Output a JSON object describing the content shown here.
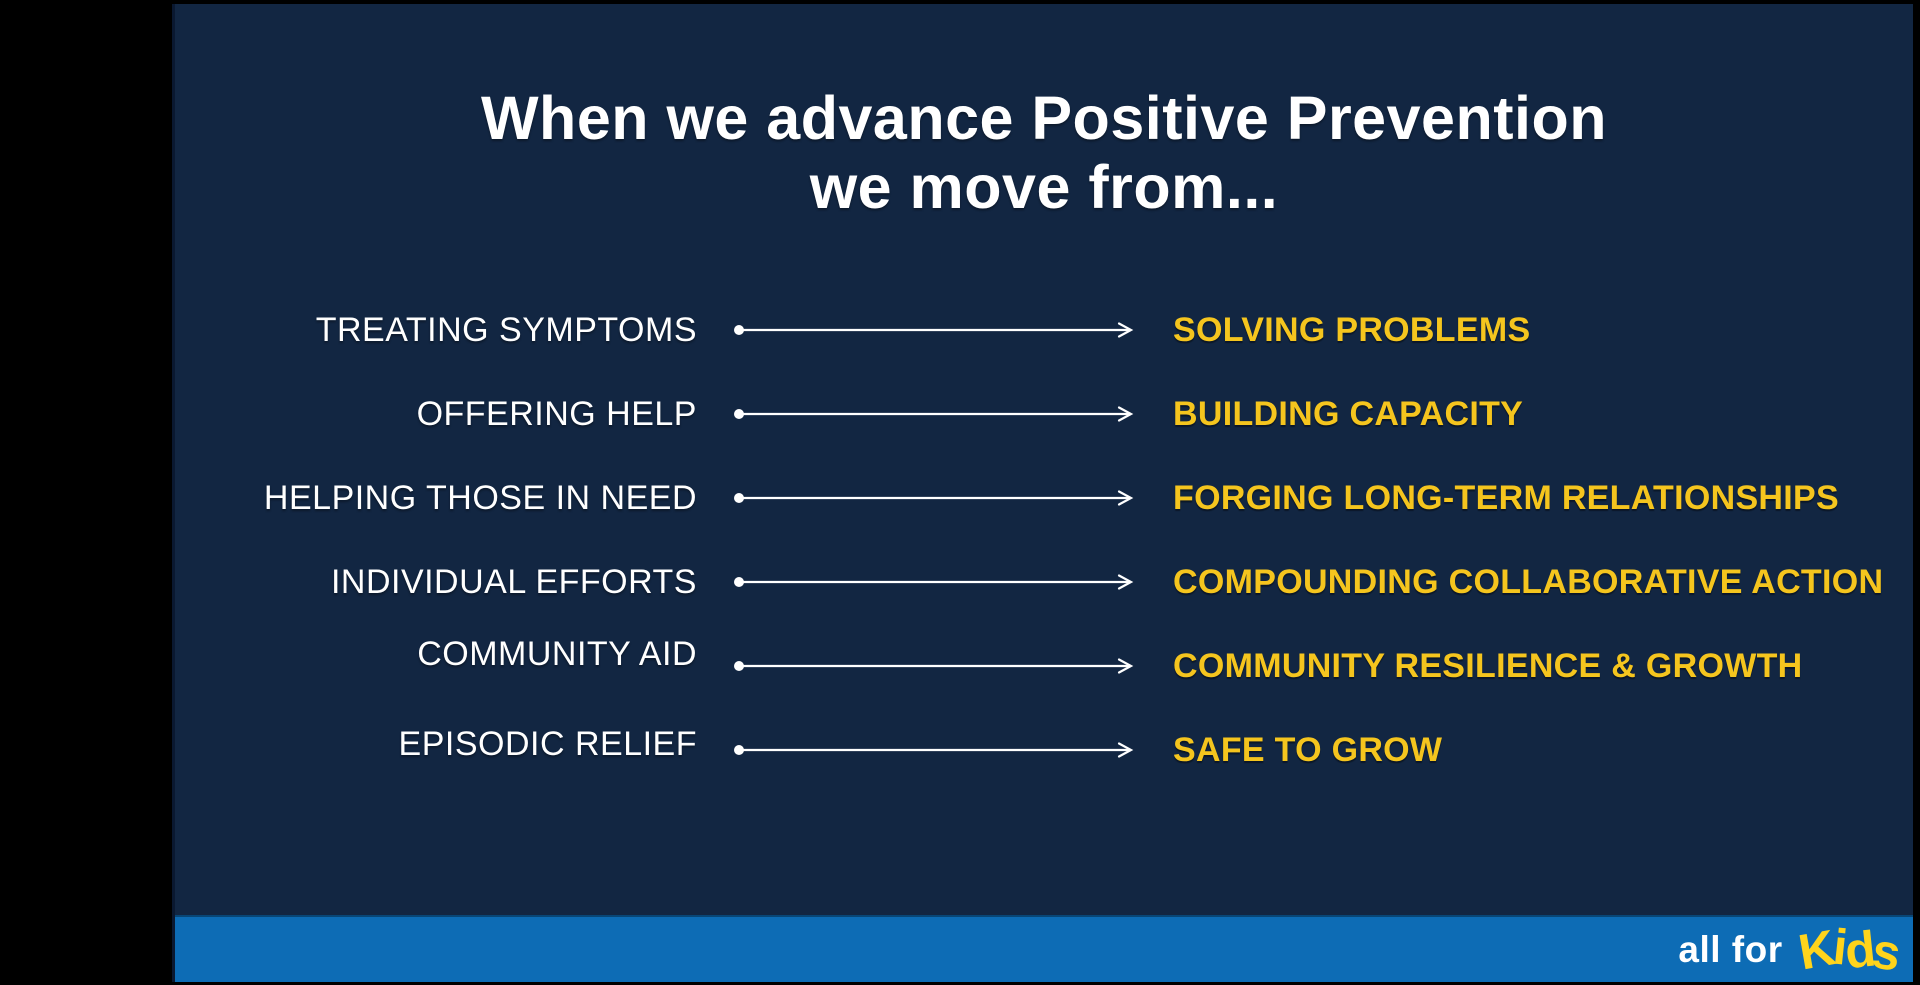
{
  "slide": {
    "title": {
      "line1": "When we advance Positive Prevention",
      "line2": "we move from..."
    },
    "rows": [
      {
        "from": "TREATING SYMPTOMS",
        "to": "SOLVING PROBLEMS"
      },
      {
        "from": "OFFERING HELP",
        "to": "BUILDING CAPACITY"
      },
      {
        "from": "HELPING THOSE IN NEED",
        "to": "FORGING LONG-TERM RELATIONSHIPS"
      },
      {
        "from": "INDIVIDUAL EFFORTS",
        "to": "COMPOUNDING COLLABORATIVE ACTION"
      },
      {
        "from": "COMMUNITY AID",
        "to": "COMMUNITY RESILIENCE & GROWTH"
      },
      {
        "from": "EPISODIC RELIEF",
        "to": "SAFE TO GROW"
      }
    ],
    "footer": {
      "brand_prefix": "all for",
      "brand_name": "Kids"
    },
    "icons": {
      "arrow": "dot-line-arrow-right-icon"
    },
    "colors": {
      "slide_background": "#122642",
      "accent_yellow": "#F5C51E",
      "footer_blue": "#0D6CB5",
      "logo_yellow": "#FFD41C",
      "text_white": "#FFFFFF",
      "letterbox_black": "#000000"
    }
  }
}
